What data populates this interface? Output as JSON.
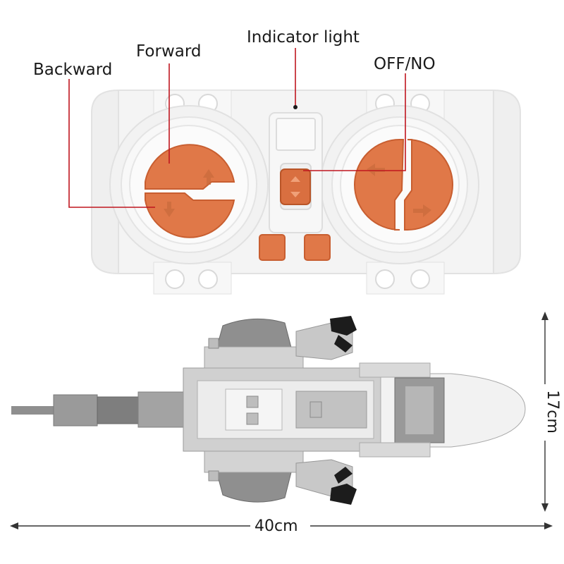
{
  "remote": {
    "labels": {
      "backward": "Backward",
      "forward": "Forward",
      "indicator": "Indicator light",
      "off_no": "OFF/NO"
    },
    "colors": {
      "button": "#e07848",
      "button_dark": "#c85e30",
      "body": "#f3f3f3",
      "outline": "#dcdcdc",
      "leader_line": "#c0161f"
    }
  },
  "model": {
    "width_label": "40cm",
    "height_label": "17cm",
    "colors": {
      "dark_gray": "#8c8c8c",
      "mid_gray": "#a9a9a9",
      "light_gray": "#cfcfcf",
      "white": "#f4f4f4",
      "black": "#1a1a1a"
    }
  }
}
